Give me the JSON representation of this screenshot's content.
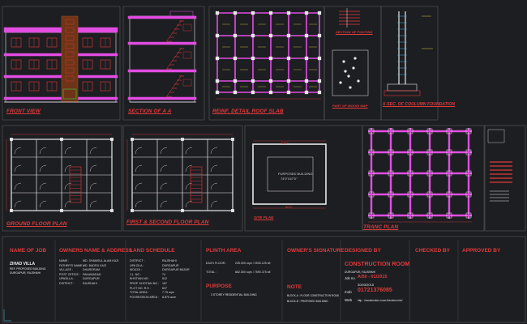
{
  "colors": {
    "background": "#1d1e22",
    "wall": "#e8e8e8",
    "magenta": "#e24de2",
    "red": "#e03a3a",
    "green": "#3ccf3c",
    "brown": "#9c4a26",
    "cyan": "#4ab0d8",
    "yellow": "#e0d040"
  },
  "drawings": {
    "front_view": "FRONT VIEW",
    "section": "SECTION OF  A A",
    "roof_slab": "REINF. DETAIL ROOF SLAB",
    "footing_plan": "SECTION OF FOOTING",
    "moodi_map": "PART OF MOODI MAP",
    "column_foundation": "X-SEC. OF COULUMN FOUNDATION",
    "ground_floor": "GROUND FLOOR PLAN",
    "first_second_floor": "FIRST & SECOND FLOOR PLAN",
    "site_plan": "SITE PLAN",
    "tranc_plan": "TRANC PLAN"
  },
  "site": {
    "building_label": "PURPOSED BUILDING",
    "building_size": "74'0\"X47'0\"",
    "dim_top": "53'0\"",
    "dim_bottom": "80'0\""
  },
  "title_block": {
    "name_of_job": {
      "heading": "NAME OF JOB",
      "name": "ZIHAD VILLA",
      "lines": [
        "REF. PROPOSED BUILDING",
        "DURGAPUR, RAJSHAHI"
      ]
    },
    "owners": {
      "heading": "OWNERS NAME & ADDRESS",
      "rows": [
        [
          "NAME",
          "MD. SHAMSUL ALAM KAZI"
        ],
        [
          "FATHER'S NAME",
          "MD. BADRU KAZI"
        ],
        [
          "VILLAGE",
          "DHARGRAM"
        ],
        [
          "POST OFFICE",
          "PAKAWADAD"
        ],
        [
          "UPAZILLA",
          "DURGAPUR"
        ],
        [
          "DISTRICT",
          "RAJSHAHI"
        ]
      ]
    },
    "land": {
      "heading": "LAND SCHEDULE",
      "rows": [
        [
          "DISTRICT",
          "RAJSHAHI"
        ],
        [
          "UPA ZILA",
          "DURGAPUR"
        ],
        [
          "MOUZA",
          "DURGAPUR BAZAR"
        ],
        [
          "J.L. NO",
          "74"
        ],
        [
          "KHOTIAN NO",
          "512"
        ],
        [
          "PROP. KHOTIAN NO",
          "167"
        ],
        [
          "PLOT NO. R.S",
          "637"
        ],
        [
          "TOTAL AREA",
          "7.75 sqm"
        ],
        [
          "POSSESSION AREA",
          "8.875 acre"
        ]
      ]
    },
    "plinth": {
      "heading": "PLINTH  AREA",
      "rows": [
        [
          "EACH FLOOR",
          "235.000 sqm / 2530.125 sft"
        ],
        [
          "TOTAL",
          "862.500 sqm / 7590.375 sft"
        ]
      ]
    },
    "purpose": {
      "heading": "PURPOSE",
      "text": "3 STOREY RESIDENTIAL BUILDING"
    },
    "signature": {
      "heading": "OWNER'S SIGNATURE"
    },
    "note": {
      "heading": "NOTE",
      "lines": [
        "BLOCK-A : FLOOR CONSTRUCTION ROAD",
        "BLOCK-B : PROPOSED BUILDING"
      ]
    },
    "designed": {
      "heading": "DESIGNED BY",
      "company": "CONSTRUCTION ROOM",
      "place": "DURGAPUR, RAJSHAHI",
      "job_label": "Job no.",
      "job_no": "A/50 - 01/2015",
      "date": "30/03/2015",
      "mob_label": "mob",
      "mobile": "01721376085",
      "web_label": "Web",
      "web": "http : //construction-room.therobes.info/"
    },
    "checked": {
      "heading": "CHECKED BY"
    },
    "approved": {
      "heading": "APPROVED BY"
    }
  }
}
